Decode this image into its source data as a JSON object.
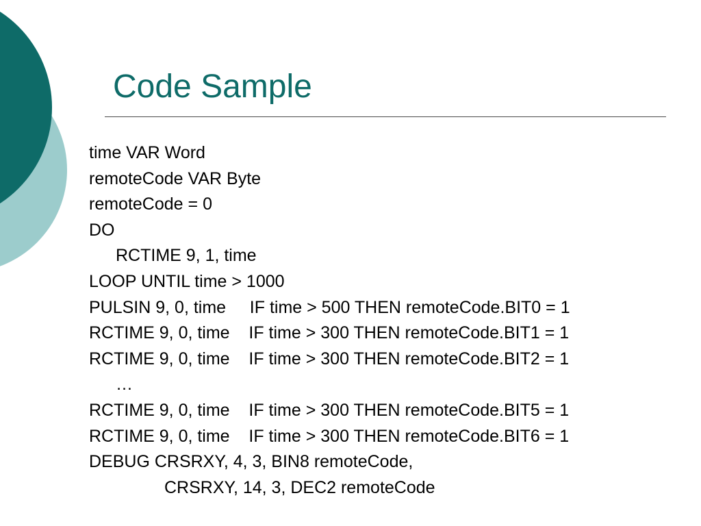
{
  "theme": {
    "title_color": "#0e6b68",
    "circle_dark": "#0e6b68",
    "circle_light": "#9ccccc",
    "rule_color": "#4a4a4a",
    "text_color": "#000000"
  },
  "slide": {
    "title": "Code Sample",
    "code_lines": [
      {
        "text": "time VAR Word",
        "indent": 0
      },
      {
        "text": "remoteCode VAR Byte",
        "indent": 0
      },
      {
        "text": "remoteCode = 0",
        "indent": 0
      },
      {
        "text": "DO",
        "indent": 0
      },
      {
        "text": "RCTIME 9, 1, time",
        "indent": 1
      },
      {
        "text": "LOOP UNTIL time > 1000",
        "indent": 0
      },
      {
        "text": "PULSIN 9, 0, time     IF time > 500 THEN remoteCode.BIT0 = 1",
        "indent": 0
      },
      {
        "text": "RCTIME 9, 0, time    IF time > 300 THEN remoteCode.BIT1 = 1",
        "indent": 0
      },
      {
        "text": "RCTIME 9, 0, time    IF time > 300 THEN remoteCode.BIT2 = 1",
        "indent": 0
      },
      {
        "text": "…",
        "indent": 1
      },
      {
        "text": "RCTIME 9, 0, time    IF time > 300 THEN remoteCode.BIT5 = 1",
        "indent": 0
      },
      {
        "text": "RCTIME 9, 0, time    IF time > 300 THEN remoteCode.BIT6 = 1",
        "indent": 0
      },
      {
        "text": "DEBUG CRSRXY, 4, 3, BIN8 remoteCode,",
        "indent": 0
      },
      {
        "text": "CRSRXY, 14, 3, DEC2 remoteCode",
        "indent": 2
      }
    ]
  }
}
